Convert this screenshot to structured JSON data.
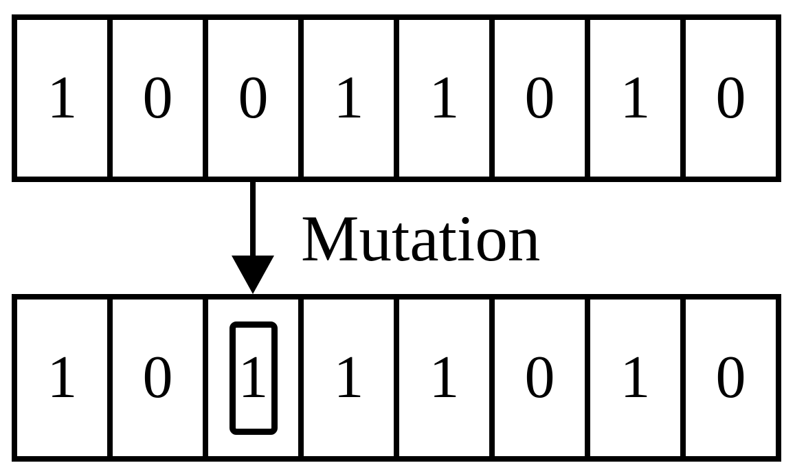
{
  "diagram": {
    "label": "Mutation",
    "top_row": {
      "cells": [
        "1",
        "0",
        "0",
        "1",
        "1",
        "0",
        "1",
        "0"
      ]
    },
    "bottom_row": {
      "cells": [
        "1",
        "0",
        "1",
        "1",
        "1",
        "0",
        "1",
        "0"
      ],
      "mutated_index": 2
    },
    "colors": {
      "stroke": "#000000",
      "background": "#ffffff"
    }
  }
}
